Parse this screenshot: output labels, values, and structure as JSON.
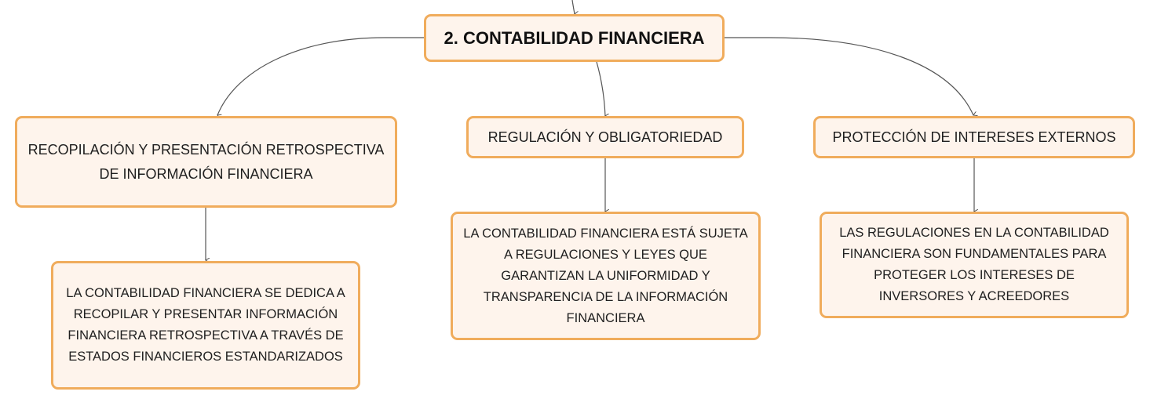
{
  "root": {
    "label": "2. CONTABILIDAD FINANCIERA"
  },
  "branches": [
    {
      "topic": "RECOPILACIÓN Y PRESENTACIÓN RETROSPECTIVA DE INFORMACIÓN FINANCIERA",
      "detail": "LA CONTABILIDAD FINANCIERA SE DEDICA A RECOPILAR Y PRESENTAR INFORMACIÓN FINANCIERA RETROSPECTIVA A TRAVÉS DE ESTADOS FINANCIEROS ESTANDARIZADOS"
    },
    {
      "topic": "REGULACIÓN Y OBLIGATORIEDAD",
      "detail": "LA CONTABILIDAD FINANCIERA ESTÁ SUJETA A REGULACIONES Y LEYES QUE GARANTIZAN LA UNIFORMIDAD Y TRANSPARENCIA DE LA INFORMACIÓN FINANCIERA"
    },
    {
      "topic": "PROTECCIÓN DE INTERESES EXTERNOS",
      "detail": "LAS REGULACIONES EN LA CONTABILIDAD FINANCIERA SON FUNDAMENTALES PARA PROTEGER LOS INTERESES DE INVERSORES Y ACREEDORES"
    }
  ],
  "colors": {
    "node_fill": "#fef4ec",
    "node_border": "#f0ac5c",
    "connector": "#555555"
  }
}
